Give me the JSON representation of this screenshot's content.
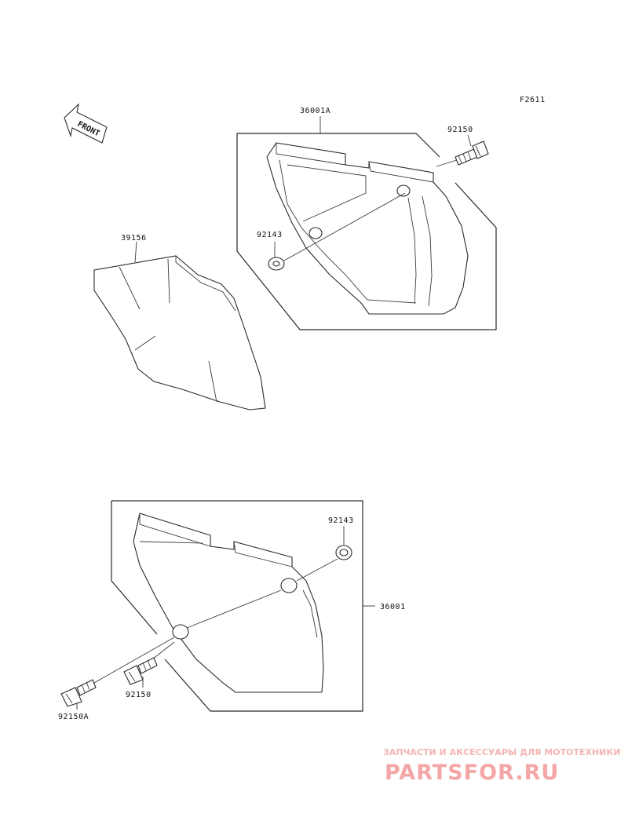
{
  "figure_code": "F2611",
  "front_label": "FRONT",
  "parts": {
    "cover_left": "36001A",
    "bolt_top": "92150",
    "grommet_top": "92143",
    "pad": "39156",
    "grommet_bottom": "92143",
    "cover_right": "36001",
    "bolt_bottom": "92150",
    "bolt_bottom_alt": "92150A"
  },
  "watermark": {
    "tagline": "ЗАПЧАСТИ И АКСЕССУАРЫ ДЛЯ МОТОТЕХНИКИ",
    "logo": "PARTSFOR.RU"
  },
  "colors": {
    "line": "#2a2a2a",
    "watermark": "#f4a6a6"
  }
}
